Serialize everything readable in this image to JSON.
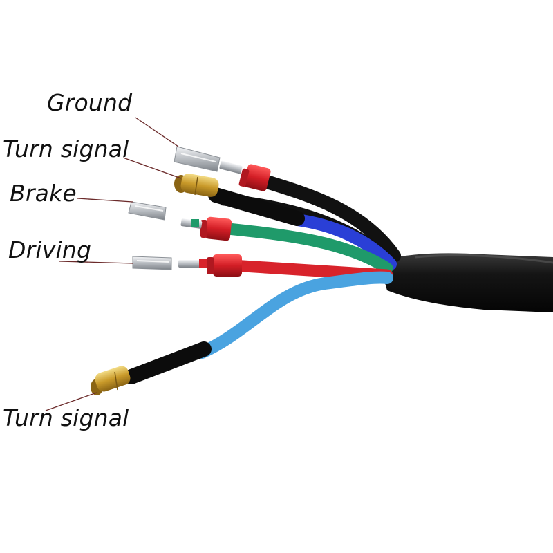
{
  "labels": {
    "ground": "Ground",
    "turn_signal_top": "Turn signal",
    "brake": "Brake",
    "driving": "Driving",
    "turn_signal_bottom": "Turn signal"
  },
  "colors": {
    "background": "#ffffff",
    "sheath": "#0d0d0d",
    "wire_black": "#111111",
    "wire_blue": "#2a3fd6",
    "wire_green": "#1f9a6a",
    "wire_red": "#d8232b",
    "wire_light_blue": "#4aa3e0",
    "seal_red": "#d8242c",
    "terminal_brass": "#c9a233",
    "terminal_silver": "#c9ccd0",
    "leader_line": "#6b2a2a"
  },
  "icons": {
    "ground_terminal": "flat-spade-terminal",
    "turn_signal_top_terminal": "bullet-connector",
    "brake_terminal": "flat-spade-terminal",
    "driving_terminal": "flat-spade-terminal",
    "turn_signal_bottom_terminal": "bullet-connector"
  }
}
